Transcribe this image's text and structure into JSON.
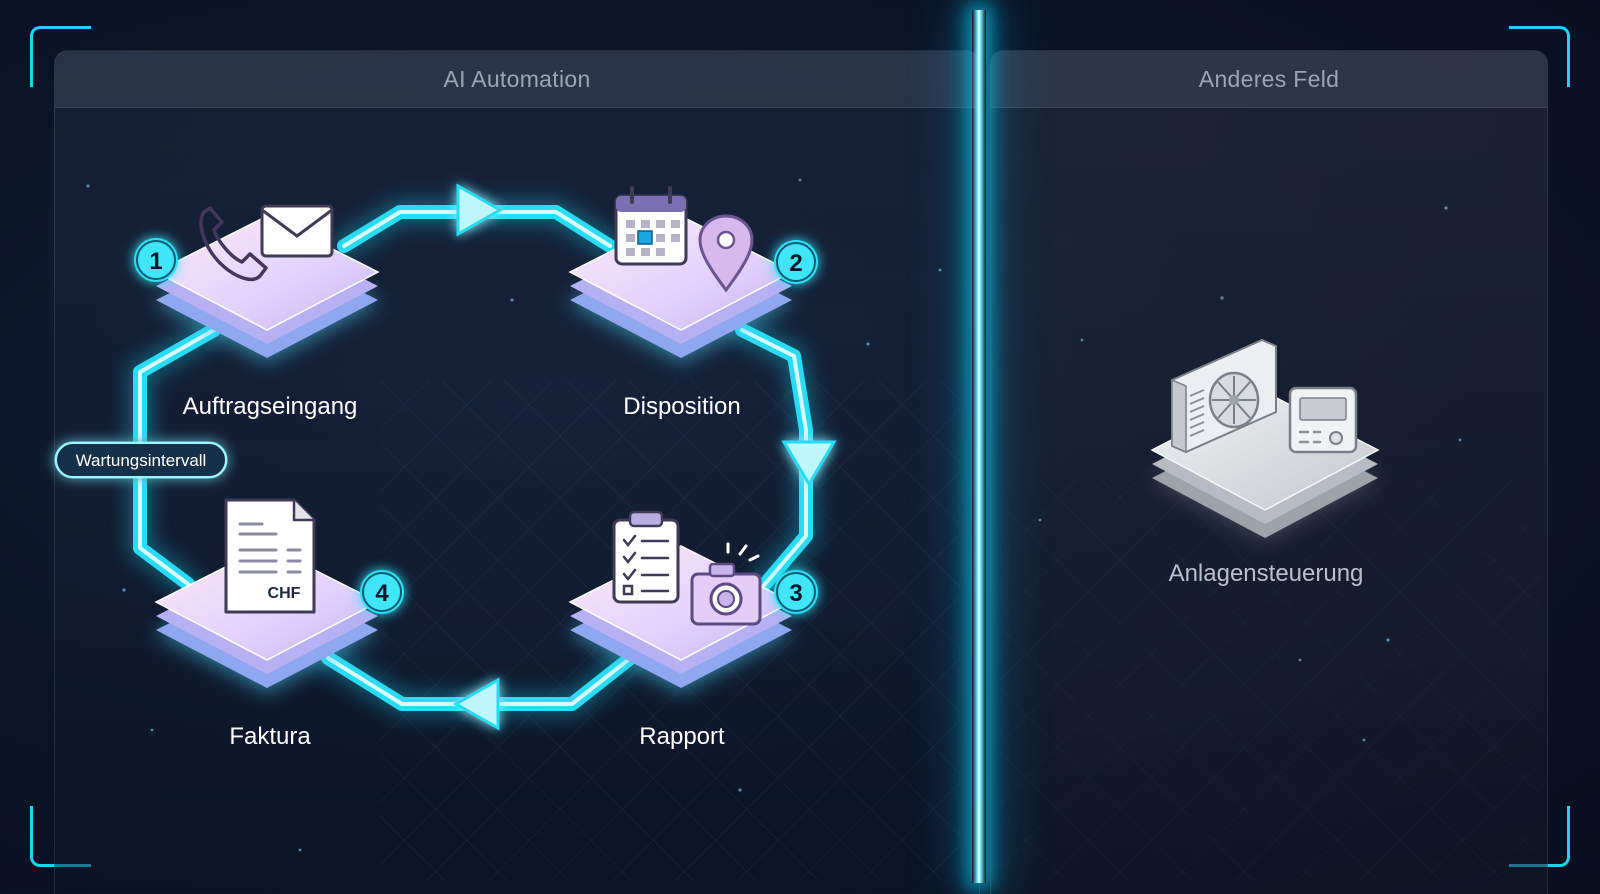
{
  "panels": {
    "left": {
      "title": "AI Automation"
    },
    "right": {
      "title": "Anderes Feld"
    }
  },
  "steps": [
    {
      "number": "1",
      "label": "Auftragseingang",
      "icons": [
        "phone-icon",
        "envelope-icon"
      ]
    },
    {
      "number": "2",
      "label": "Disposition",
      "icons": [
        "calendar-icon",
        "location-pin-icon"
      ]
    },
    {
      "number": "3",
      "label": "Rapport",
      "icons": [
        "clipboard-checklist-icon",
        "camera-icon"
      ]
    },
    {
      "number": "4",
      "label": "Faktura",
      "icons": [
        "invoice-document-icon"
      ]
    }
  ],
  "invoice_currency": "CHF",
  "loop_label": "Wartungsintervall",
  "other_field": {
    "label": "Anlagensteuerung",
    "icons": [
      "heat-pump-unit-icon",
      "control-panel-icon"
    ]
  },
  "colors": {
    "accent": "#1fd3f0",
    "flow_line": "#6ff3ff",
    "badge_fill": "#2fe0f5",
    "platform_top": "#e2d6fb",
    "platform_grey": "#d4d6da",
    "background": "#0b1428"
  }
}
